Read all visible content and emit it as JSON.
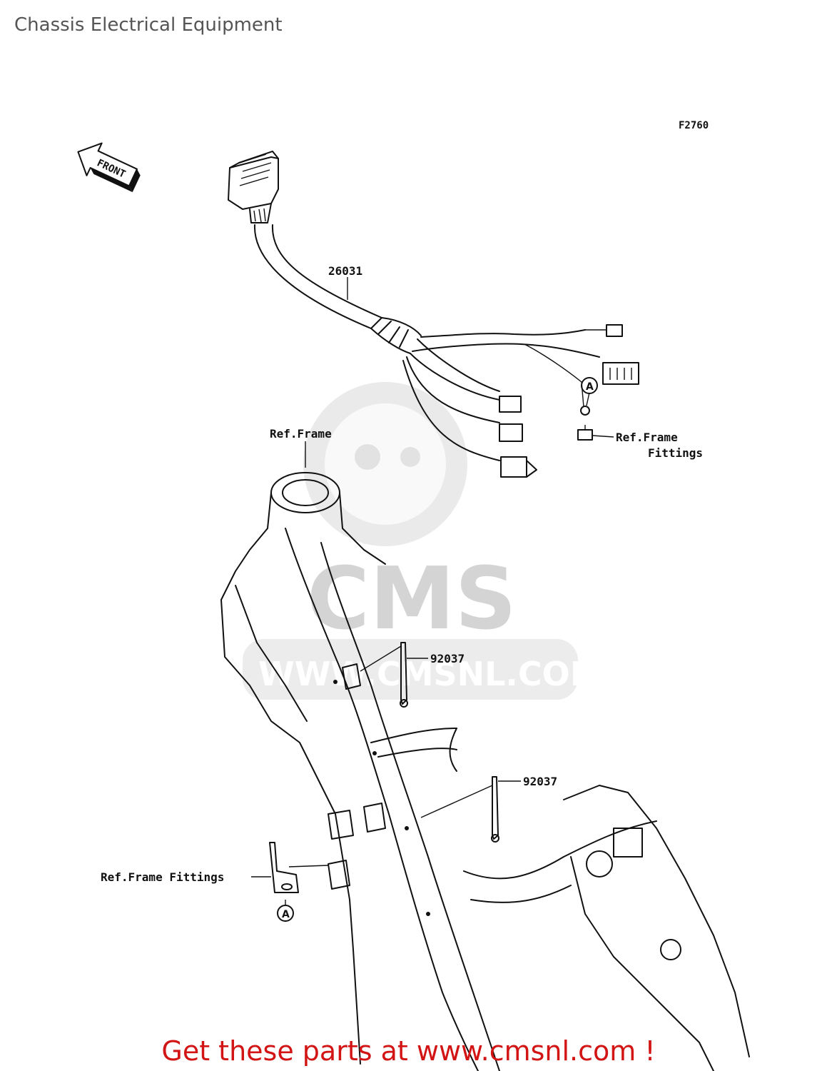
{
  "page": {
    "title": "Chassis Electrical Equipment",
    "figure_code": "F2760",
    "footer": "Get these parts at www.cmsnl.com !"
  },
  "diagram": {
    "front_arrow": "FRONT",
    "watermark": {
      "brand": "CMS",
      "url": "WWW.CMSNL.COM"
    },
    "callouts": {
      "harness": "26031",
      "clamp_upper": "92037",
      "clamp_lower": "92037",
      "frame": "Ref.Frame",
      "frame_fittings_top_line1": "Ref.Frame",
      "frame_fittings_top_line2": "Fittings",
      "frame_fittings_bottom": "Ref.Frame Fittings",
      "marker_top": "A",
      "marker_bottom": "A"
    }
  },
  "colors": {
    "title": "#555555",
    "footer": "#d21414",
    "line": "#111111",
    "watermark": "#dcdcdc"
  }
}
